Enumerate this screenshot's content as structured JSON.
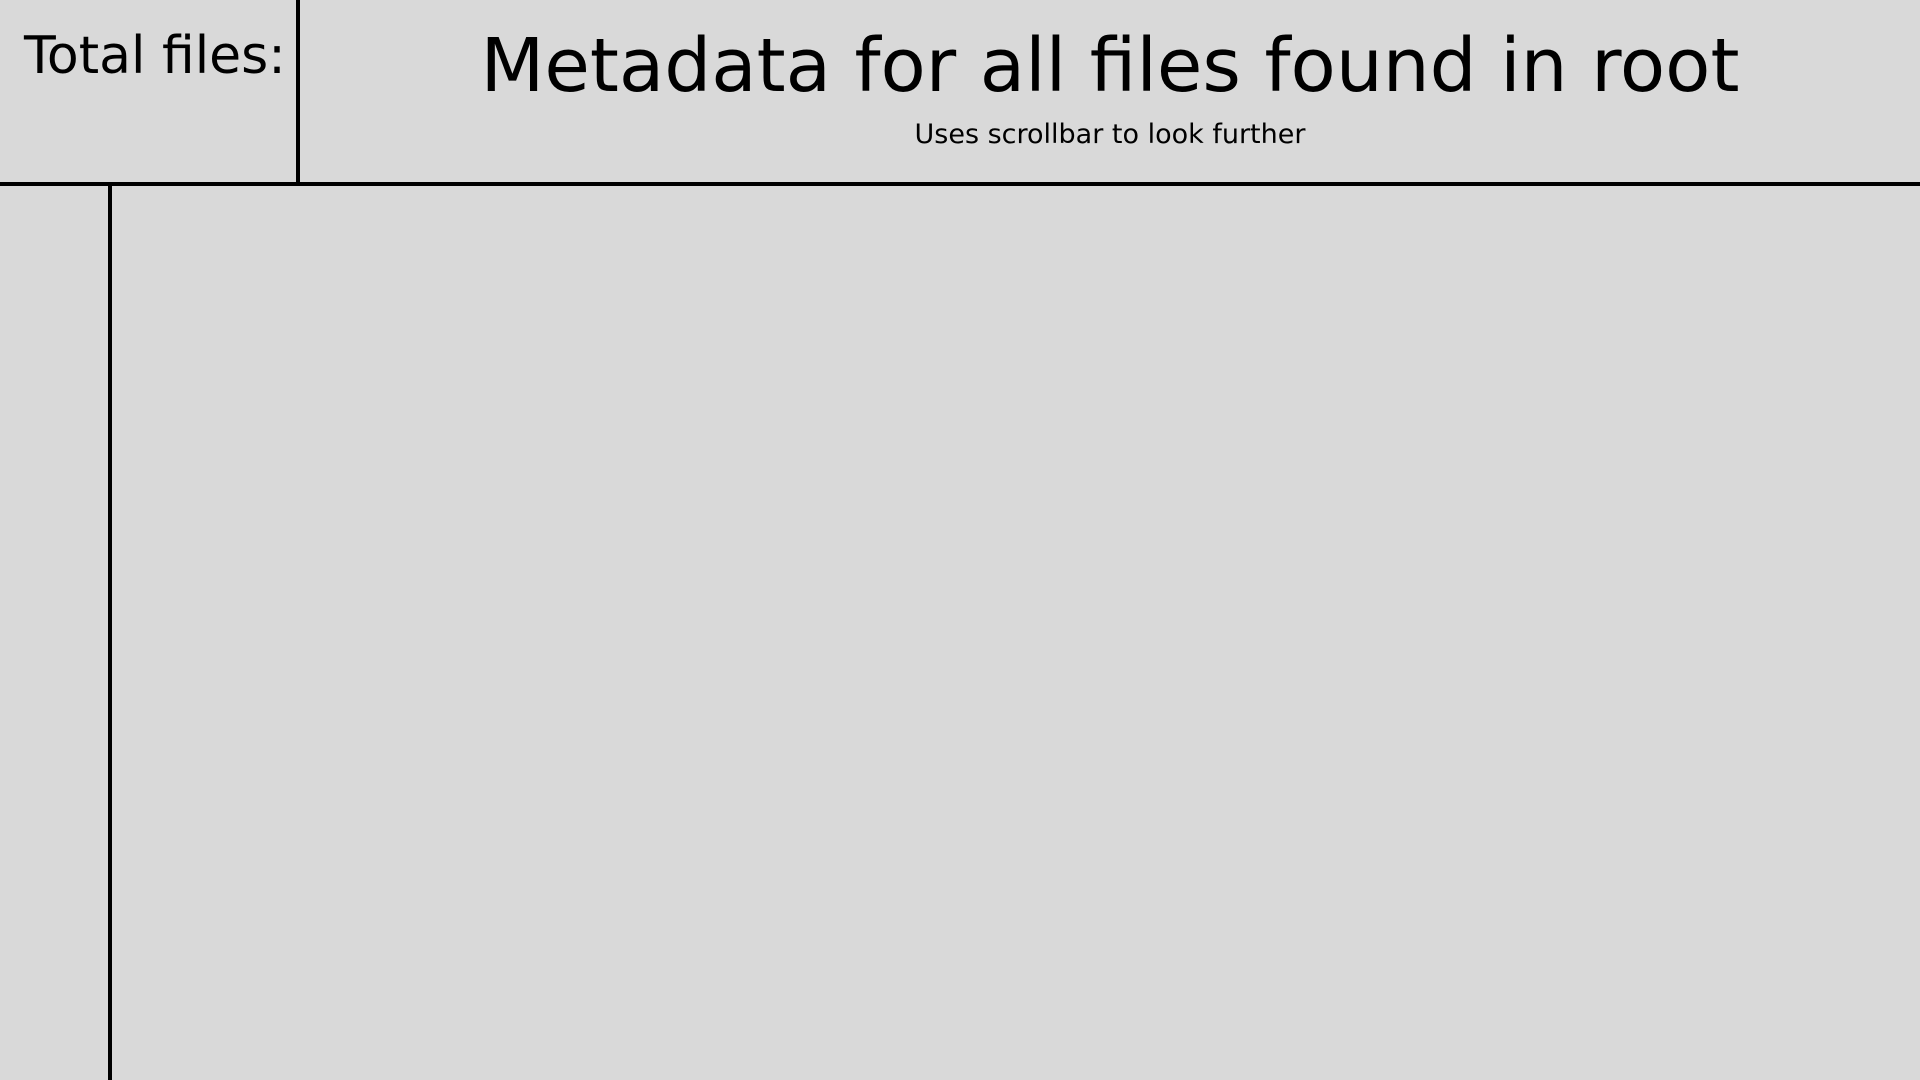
{
  "header": {
    "total_files_label": "Total files:",
    "title": "Metadata for all files found in root",
    "subtitle": "Uses scrollbar to look further"
  },
  "file_list": {
    "items": []
  }
}
